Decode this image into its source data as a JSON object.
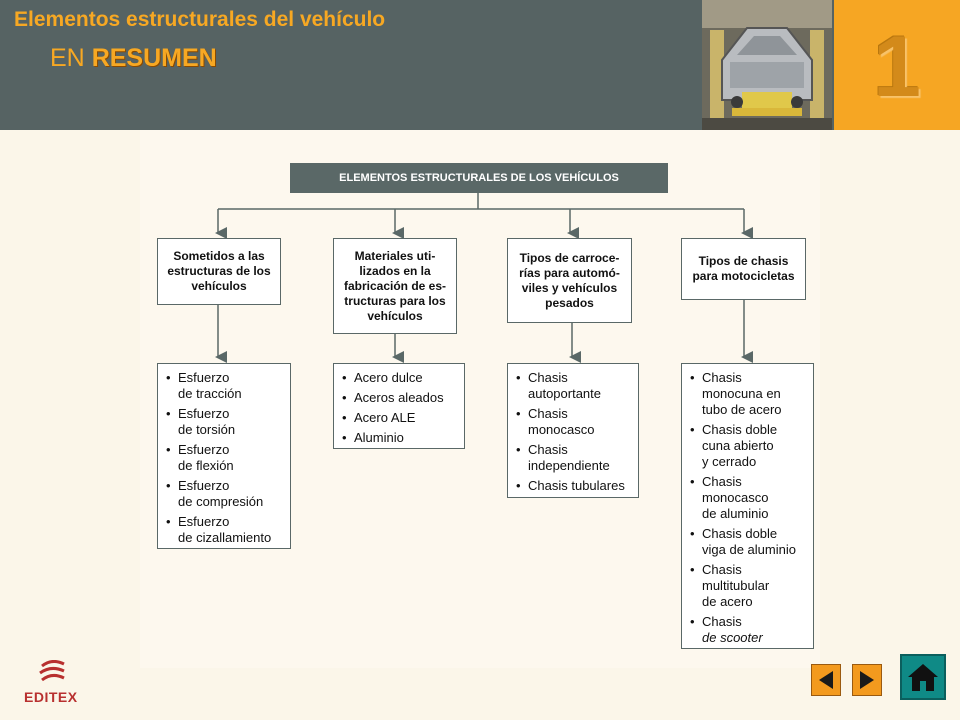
{
  "header": {
    "title": "Elementos estructurales del vehículo",
    "subtitle_prefix": "EN",
    "subtitle_strong": "RESUMEN",
    "chapter_number": "1"
  },
  "diagram": {
    "root": "ELEMENTOS ESTRUCTURALES DE LOS VEHÍCULOS",
    "columns": [
      {
        "heading": [
          "Sometidos a las",
          "estructuras de los",
          "vehículos"
        ],
        "items": [
          [
            "Esfuerzo",
            "de tracción"
          ],
          [
            "Esfuerzo",
            "de torsión"
          ],
          [
            "Esfuerzo",
            "de flexión"
          ],
          [
            "Esfuerzo",
            "de compresión"
          ],
          [
            "Esfuerzo",
            "de cizallamiento"
          ]
        ]
      },
      {
        "heading": [
          "Materiales uti-",
          "lizados en la",
          "fabricación de es-",
          "tructuras para los",
          "vehículos"
        ],
        "items": [
          [
            "Acero dulce"
          ],
          [
            "Aceros aleados"
          ],
          [
            "Acero ALE"
          ],
          [
            "Aluminio"
          ]
        ]
      },
      {
        "heading": [
          "Tipos de carroce-",
          "rías para automó-",
          "viles y vehículos",
          "pesados"
        ],
        "items": [
          [
            "Chasis",
            "autoportante"
          ],
          [
            "Chasis",
            "monocasco"
          ],
          [
            "Chasis",
            "independiente"
          ],
          [
            "Chasis tubulares"
          ]
        ]
      },
      {
        "heading": [
          "Tipos de chasis",
          "para motocicletas"
        ],
        "items": [
          [
            "Chasis",
            "monocuna en",
            "tubo de acero"
          ],
          [
            "Chasis doble",
            "cuna abierto",
            "y cerrado"
          ],
          [
            "Chasis",
            "monocasco",
            "de aluminio"
          ],
          [
            "Chasis doble",
            "viga de aluminio"
          ],
          [
            "Chasis",
            "multitubular",
            "de acero"
          ],
          [
            "Chasis",
            "de scooter"
          ]
        ]
      }
    ]
  },
  "footer": {
    "logo_text": "EDITEX",
    "prev_icon": "arrow-left-icon",
    "next_icon": "arrow-right-icon",
    "home_icon": "home-icon"
  },
  "colors": {
    "header_bg": "#566363",
    "accent": "#f7a823",
    "box_border": "#5a6867",
    "page_bg": "#fbf6e9",
    "brand_red": "#b8302f",
    "home_teal": "#0f8a86"
  }
}
